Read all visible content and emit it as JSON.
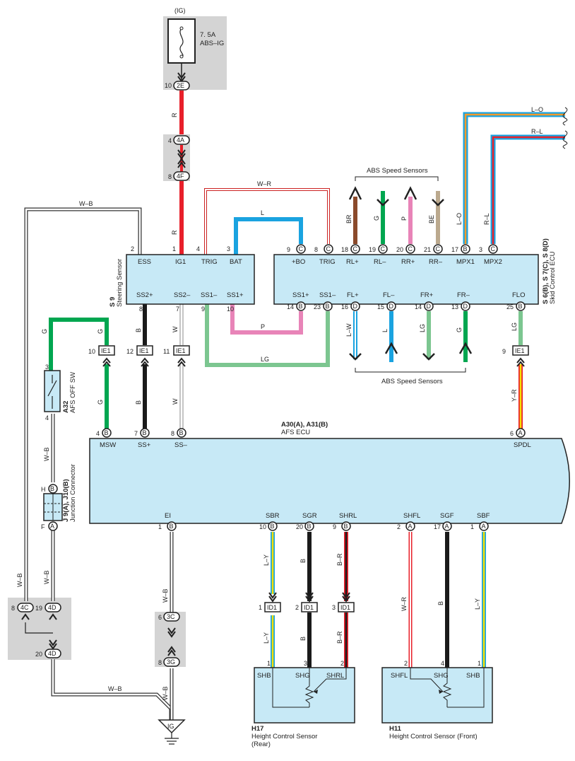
{
  "fuse": {
    "circuit": "(IG)",
    "rating": "7. 5A",
    "name": "ABS–IG"
  },
  "power_connectors": {
    "c2e": {
      "pin": "10",
      "code": "2E"
    },
    "c4a": {
      "pin": "4",
      "code": "4A"
    },
    "c4f": {
      "pin": "8",
      "code": "4F"
    }
  },
  "wire_labels": {
    "red": "R",
    "wr": "W–R",
    "l": "L",
    "wb": "W–B",
    "p": "P",
    "lg": "LG",
    "g": "G",
    "b": "B",
    "w": "W",
    "lo": "L–O",
    "rl": "R–L",
    "br": "BR",
    "pink": "P",
    "be": "BE",
    "lw": "L–W",
    "yr": "Y–R",
    "ly": "L–Y",
    "bra": "B–R"
  },
  "abs_sensors_top": "ABS Speed Sensors",
  "abs_sensors_bottom": "ABS Speed Sensors",
  "steering_sensor": {
    "id": "S 9",
    "name": "Steering Sensor",
    "top_terms": [
      {
        "pin": "2",
        "label": "ESS"
      },
      {
        "pin": "1",
        "label": "IG1"
      },
      {
        "pin": "4",
        "label": "TRIG"
      },
      {
        "pin": "3",
        "label": "BAT"
      }
    ],
    "bottom_terms": [
      {
        "pin": "8",
        "label": "SS2+"
      },
      {
        "pin": "7",
        "label": "SS2–"
      },
      {
        "pin": "9",
        "label": "SS1–"
      },
      {
        "pin": "10",
        "label": "SS1+"
      }
    ]
  },
  "skid_ecu": {
    "id": "S 6(B), S 7(C), S 8(D)",
    "name": "Skid Control ECU",
    "top_terms": [
      {
        "pin": "9",
        "c": "C",
        "label": "+BO"
      },
      {
        "pin": "8",
        "c": "C",
        "label": "TRIG"
      },
      {
        "pin": "18",
        "c": "C",
        "label": "RL+"
      },
      {
        "pin": "19",
        "c": "C",
        "label": "RL–"
      },
      {
        "pin": "20",
        "c": "C",
        "label": "RR+"
      },
      {
        "pin": "21",
        "c": "C",
        "label": "RR–"
      },
      {
        "pin": "17",
        "c": "B",
        "label": "MPX1"
      },
      {
        "pin": "3",
        "c": "C",
        "label": "MPX2"
      }
    ],
    "bottom_terms": [
      {
        "pin": "14",
        "c": "B",
        "label": "SS1+"
      },
      {
        "pin": "23",
        "c": "B",
        "label": "SS1–"
      },
      {
        "pin": "16",
        "c": "D",
        "label": "FL+"
      },
      {
        "pin": "15",
        "c": "D",
        "label": "FL–"
      },
      {
        "pin": "14",
        "c": "D",
        "label": "FR+"
      },
      {
        "pin": "13",
        "c": "D",
        "label": "FR–"
      },
      {
        "pin": "25",
        "c": "B",
        "label": "FLO"
      }
    ]
  },
  "ie1": [
    {
      "pin": "10",
      "code": "IE1"
    },
    {
      "pin": "12",
      "code": "IE1"
    },
    {
      "pin": "11",
      "code": "IE1"
    },
    {
      "pin": "9",
      "code": "IE1"
    }
  ],
  "afs_off_sw": {
    "id": "A32",
    "name": "AFS OFF SW",
    "pin_top": "3",
    "pin_bottom": "4"
  },
  "afs_ecu": {
    "id": "A30(A), A31(B)",
    "name": "AFS ECU",
    "top_terms": [
      {
        "pin": "4",
        "c": "B",
        "label": "MSW"
      },
      {
        "pin": "7",
        "c": "B",
        "label": "SS+"
      },
      {
        "pin": "8",
        "c": "B",
        "label": "SS–"
      },
      {
        "pin": "6",
        "c": "A",
        "label": "SPDL"
      }
    ],
    "bottom_terms": [
      {
        "pin": "1",
        "c": "B",
        "label": "EI"
      },
      {
        "pin": "10",
        "c": "B",
        "label": "SBR"
      },
      {
        "pin": "20",
        "c": "B",
        "label": "SGR"
      },
      {
        "pin": "9",
        "c": "B",
        "label": "SHRL"
      },
      {
        "pin": "2",
        "c": "A",
        "label": "SHFL"
      },
      {
        "pin": "17",
        "c": "A",
        "label": "SGF"
      },
      {
        "pin": "1",
        "c": "A",
        "label": "SBF"
      }
    ]
  },
  "junction": {
    "id": "J 9(A), J10(B)",
    "name": "Junction Connector",
    "pin_h": "H",
    "c_h": "B",
    "pin_f": "F",
    "c_f": "A"
  },
  "lower_connectors": {
    "c4c": {
      "pin": "8",
      "code": "4C"
    },
    "c4d_top": {
      "pin": "19",
      "code": "4D"
    },
    "c4d_bot": {
      "pin": "20",
      "code": "4D"
    },
    "c3c": {
      "pin": "6",
      "code": "3C"
    },
    "c3g": {
      "pin": "8",
      "code": "3G"
    }
  },
  "id1": [
    {
      "pin": "1",
      "code": "ID1"
    },
    {
      "pin": "2",
      "code": "ID1"
    },
    {
      "pin": "3",
      "code": "ID1"
    }
  ],
  "ground": "IG",
  "h17": {
    "id": "H17",
    "name": "Height Control Sensor",
    "qualifier": "(Rear)",
    "terms": [
      {
        "pin": "1",
        "label": "SHB"
      },
      {
        "pin": "3",
        "label": "SHG"
      },
      {
        "pin": "2",
        "label": "SHRL"
      }
    ]
  },
  "h11": {
    "id": "H11",
    "name": "Height Control Sensor (Front)",
    "terms": [
      {
        "pin": "2",
        "label": "SHFL"
      },
      {
        "pin": "4",
        "label": "SHG"
      },
      {
        "pin": "1",
        "label": "SHB"
      }
    ]
  },
  "colors": {
    "red": "#e8202a",
    "blue": "#1aa3e0",
    "green": "#00a650",
    "black": "#1a1a1a",
    "pink": "#e884b8",
    "lightgreen": "#7cc690",
    "brown": "#8b4a2b",
    "beige": "#bba98e",
    "yellow": "#f5e000",
    "component": "#c7e9f6",
    "shade": "#d4d4d4"
  }
}
